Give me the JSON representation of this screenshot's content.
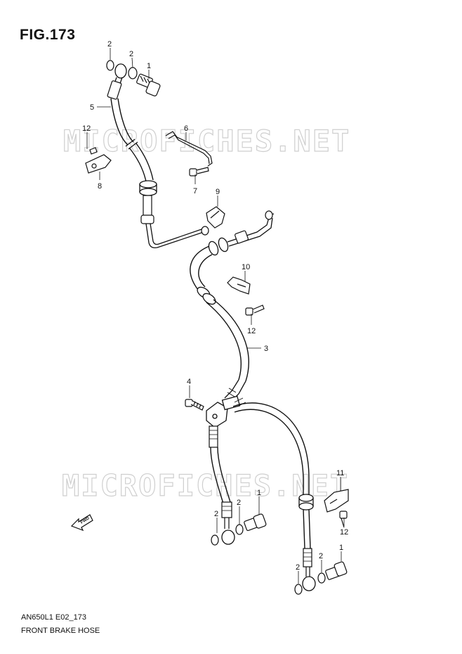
{
  "figure": {
    "title": "FIG.173"
  },
  "footer": {
    "code": "AN650L1 E02_173",
    "caption": "FRONT BRAKE HOSE"
  },
  "watermark": "MICROFICHES.NET",
  "direction_tag": "FWD",
  "callouts": [
    "2",
    "2",
    "1",
    "5",
    "12",
    "8",
    "6",
    "7",
    "9",
    "10",
    "12",
    "3",
    "4",
    "2",
    "2",
    "1",
    "11",
    "12",
    "2",
    "2",
    "1"
  ]
}
